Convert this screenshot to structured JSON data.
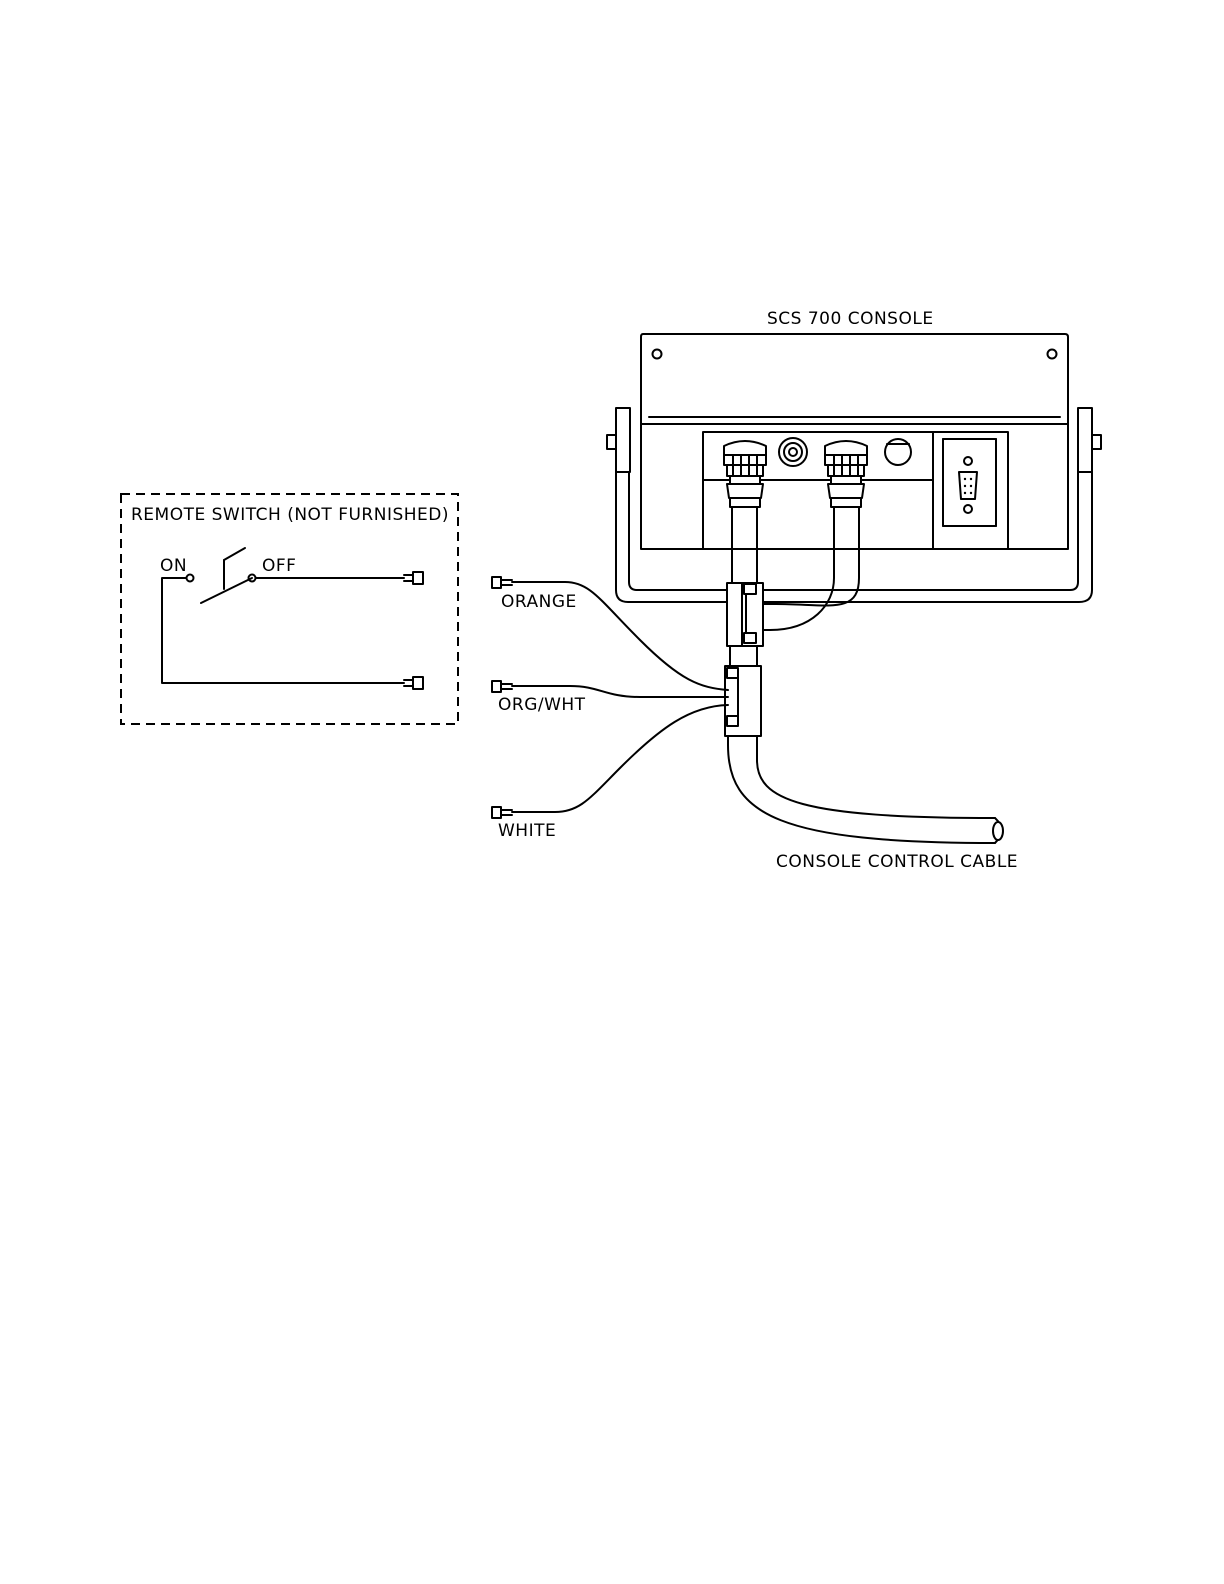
{
  "labels": {
    "console_title": "SCS 700 CONSOLE",
    "remote_switch": "REMOTE SWITCH (NOT FURNISHED)",
    "switch_on": "ON",
    "switch_off": "OFF",
    "wire_orange": "ORANGE",
    "wire_org_wht": "ORG/WHT",
    "wire_white": "WHITE",
    "cable": "CONSOLE CONTROL CABLE"
  }
}
